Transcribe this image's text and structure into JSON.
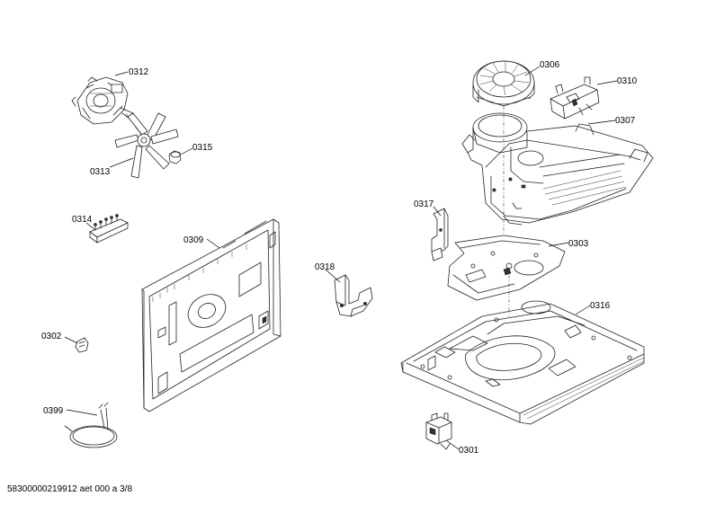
{
  "labels": {
    "p0312": "0312",
    "p0313": "0313",
    "p0315": "0315",
    "p0314": "0314",
    "p0309": "0309",
    "p0302": "0302",
    "p0399": "0399",
    "p0318": "0318",
    "p0317": "0317",
    "p0306": "0306",
    "p0310": "0310",
    "p0307": "0307",
    "p0303": "0303",
    "p0316": "0316",
    "p0301": "0301"
  },
  "footer": {
    "code": "58300000219912 aet 000 a 3/8"
  }
}
